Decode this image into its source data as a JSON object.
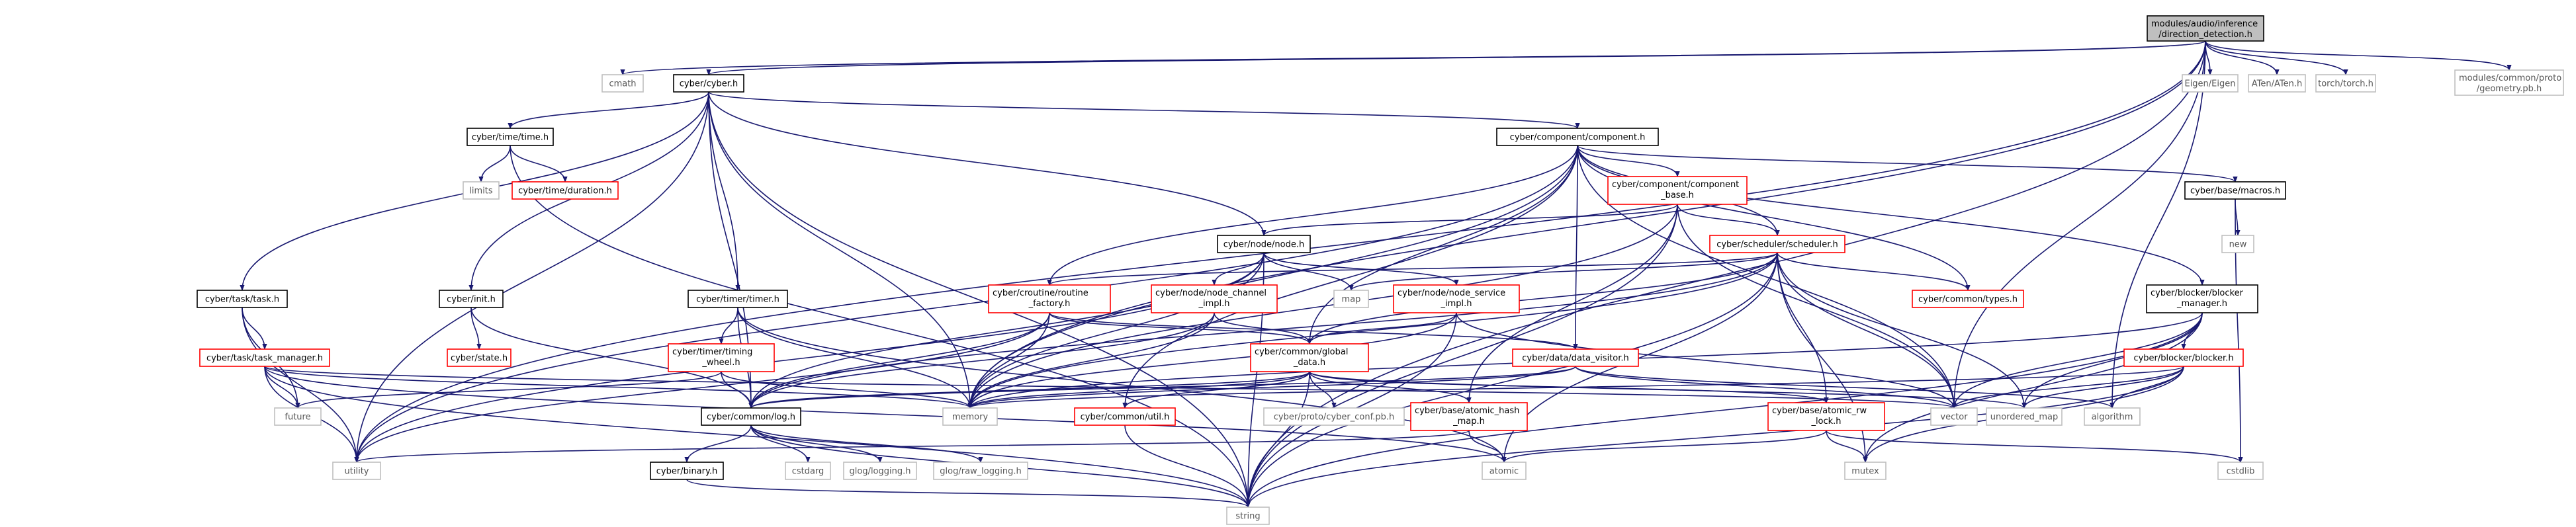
{
  "colors": {
    "root_fill": "#bfbfbf",
    "root_border": "#000000",
    "documented_border": "#000000",
    "undocumented_border": "#ff0000",
    "external_border": "#bfbfbf",
    "node_fill": "#ffffff",
    "edge": "#191970",
    "text_normal": "#000000",
    "text_external": "#555555"
  },
  "nodes": [
    {
      "id": "root",
      "lines": [
        "modules/audio/inference",
        "/direction_detection.h"
      ],
      "kind": "root"
    },
    {
      "id": "cmath",
      "lines": [
        "cmath"
      ],
      "kind": "external"
    },
    {
      "id": "cyber",
      "lines": [
        "cyber/cyber.h"
      ],
      "kind": "documented"
    },
    {
      "id": "eigen",
      "lines": [
        "Eigen/Eigen"
      ],
      "kind": "external"
    },
    {
      "id": "aten",
      "lines": [
        "ATen/ATen.h"
      ],
      "kind": "external"
    },
    {
      "id": "torch",
      "lines": [
        "torch/torch.h"
      ],
      "kind": "external"
    },
    {
      "id": "geometry",
      "lines": [
        "modules/common/proto",
        "/geometry.pb.h"
      ],
      "kind": "external"
    },
    {
      "id": "time",
      "lines": [
        "cyber/time/time.h"
      ],
      "kind": "documented"
    },
    {
      "id": "component",
      "lines": [
        "cyber/component/component.h"
      ],
      "kind": "documented"
    },
    {
      "id": "limits",
      "lines": [
        "limits"
      ],
      "kind": "external"
    },
    {
      "id": "duration",
      "lines": [
        "cyber/time/duration.h"
      ],
      "kind": "undocumented"
    },
    {
      "id": "component_base",
      "lines": [
        "cyber/component/component",
        "_base.h"
      ],
      "kind": "undocumented"
    },
    {
      "id": "macros",
      "lines": [
        "cyber/base/macros.h"
      ],
      "kind": "documented"
    },
    {
      "id": "node",
      "lines": [
        "cyber/node/node.h"
      ],
      "kind": "documented"
    },
    {
      "id": "scheduler",
      "lines": [
        "cyber/scheduler/scheduler.h"
      ],
      "kind": "undocumented"
    },
    {
      "id": "new",
      "lines": [
        "new"
      ],
      "kind": "external"
    },
    {
      "id": "task",
      "lines": [
        "cyber/task/task.h"
      ],
      "kind": "documented"
    },
    {
      "id": "init",
      "lines": [
        "cyber/init.h"
      ],
      "kind": "documented"
    },
    {
      "id": "timer",
      "lines": [
        "cyber/timer/timer.h"
      ],
      "kind": "documented"
    },
    {
      "id": "routine_factory",
      "lines": [
        "cyber/croutine/routine",
        "_factory.h"
      ],
      "kind": "undocumented"
    },
    {
      "id": "node_channel",
      "lines": [
        "cyber/node/node_channel",
        "_impl.h"
      ],
      "kind": "undocumented"
    },
    {
      "id": "map",
      "lines": [
        "map"
      ],
      "kind": "external"
    },
    {
      "id": "node_service",
      "lines": [
        "cyber/node/node_service",
        "_impl.h"
      ],
      "kind": "undocumented"
    },
    {
      "id": "types",
      "lines": [
        "cyber/common/types.h"
      ],
      "kind": "undocumented"
    },
    {
      "id": "blocker_manager",
      "lines": [
        "cyber/blocker/blocker",
        "_manager.h"
      ],
      "kind": "documented"
    },
    {
      "id": "state",
      "lines": [
        "cyber/state.h"
      ],
      "kind": "undocumented"
    },
    {
      "id": "task_manager",
      "lines": [
        "cyber/task/task_manager.h"
      ],
      "kind": "undocumented"
    },
    {
      "id": "timing_wheel",
      "lines": [
        "cyber/timer/timing",
        "_wheel.h"
      ],
      "kind": "undocumented"
    },
    {
      "id": "global_data",
      "lines": [
        "cyber/common/global",
        "_data.h"
      ],
      "kind": "undocumented"
    },
    {
      "id": "data_visitor",
      "lines": [
        "cyber/data/data_visitor.h"
      ],
      "kind": "undocumented"
    },
    {
      "id": "blocker",
      "lines": [
        "cyber/blocker/blocker.h"
      ],
      "kind": "undocumented"
    },
    {
      "id": "future",
      "lines": [
        "future"
      ],
      "kind": "external"
    },
    {
      "id": "memory",
      "lines": [
        "memory"
      ],
      "kind": "external"
    },
    {
      "id": "log",
      "lines": [
        "cyber/common/log.h"
      ],
      "kind": "documented"
    },
    {
      "id": "util",
      "lines": [
        "cyber/common/util.h"
      ],
      "kind": "undocumented"
    },
    {
      "id": "cyber_conf",
      "lines": [
        "cyber/proto/cyber_conf.pb.h"
      ],
      "kind": "external"
    },
    {
      "id": "atomic_hash_map",
      "lines": [
        "cyber/base/atomic_hash",
        "_map.h"
      ],
      "kind": "undocumented"
    },
    {
      "id": "atomic_rw_lock",
      "lines": [
        "cyber/base/atomic_rw",
        "_lock.h"
      ],
      "kind": "undocumented"
    },
    {
      "id": "vector",
      "lines": [
        "vector"
      ],
      "kind": "external"
    },
    {
      "id": "unordered_map",
      "lines": [
        "unordered_map"
      ],
      "kind": "external"
    },
    {
      "id": "algorithm",
      "lines": [
        "algorithm"
      ],
      "kind": "external"
    },
    {
      "id": "utility",
      "lines": [
        "utility"
      ],
      "kind": "external"
    },
    {
      "id": "binary",
      "lines": [
        "cyber/binary.h"
      ],
      "kind": "documented"
    },
    {
      "id": "cstdarg",
      "lines": [
        "cstdarg"
      ],
      "kind": "external"
    },
    {
      "id": "glog_logging",
      "lines": [
        "glog/logging.h"
      ],
      "kind": "external"
    },
    {
      "id": "glog_raw",
      "lines": [
        "glog/raw_logging.h"
      ],
      "kind": "external"
    },
    {
      "id": "atomic",
      "lines": [
        "atomic"
      ],
      "kind": "external"
    },
    {
      "id": "mutex",
      "lines": [
        "mutex"
      ],
      "kind": "external"
    },
    {
      "id": "cstdlib",
      "lines": [
        "cstdlib"
      ],
      "kind": "external"
    },
    {
      "id": "string",
      "lines": [
        "string"
      ],
      "kind": "external"
    }
  ],
  "edges": [
    [
      "root",
      "cmath"
    ],
    [
      "root",
      "cyber"
    ],
    [
      "root",
      "eigen"
    ],
    [
      "root",
      "aten"
    ],
    [
      "root",
      "torch"
    ],
    [
      "root",
      "geometry"
    ],
    [
      "root",
      "memory"
    ],
    [
      "root",
      "utility"
    ],
    [
      "root",
      "vector"
    ],
    [
      "root",
      "algorithm"
    ],
    [
      "root",
      "string"
    ],
    [
      "cyber",
      "time"
    ],
    [
      "cyber",
      "component"
    ],
    [
      "cyber",
      "task"
    ],
    [
      "cyber",
      "init"
    ],
    [
      "cyber",
      "timer"
    ],
    [
      "cyber",
      "node"
    ],
    [
      "cyber",
      "log"
    ],
    [
      "cyber",
      "memory"
    ],
    [
      "cyber",
      "utility"
    ],
    [
      "cyber",
      "string"
    ],
    [
      "time",
      "limits"
    ],
    [
      "time",
      "duration"
    ],
    [
      "time",
      "string"
    ],
    [
      "component",
      "component_base"
    ],
    [
      "component",
      "macros"
    ],
    [
      "component",
      "scheduler"
    ],
    [
      "component",
      "types"
    ],
    [
      "component",
      "blocker_manager"
    ],
    [
      "component",
      "routine_factory"
    ],
    [
      "component",
      "global_data"
    ],
    [
      "component",
      "data_visitor"
    ],
    [
      "component",
      "util"
    ],
    [
      "component",
      "memory"
    ],
    [
      "component",
      "vector"
    ],
    [
      "component",
      "utility"
    ],
    [
      "component_base",
      "node"
    ],
    [
      "component_base",
      "scheduler"
    ],
    [
      "component_base",
      "atomic_hash_map"
    ],
    [
      "component_base",
      "memory"
    ],
    [
      "component_base",
      "vector"
    ],
    [
      "component_base",
      "string"
    ],
    [
      "macros",
      "new"
    ],
    [
      "macros",
      "cstdlib"
    ],
    [
      "node",
      "node_channel"
    ],
    [
      "node",
      "node_service"
    ],
    [
      "node",
      "map"
    ],
    [
      "node",
      "memory"
    ],
    [
      "node",
      "string"
    ],
    [
      "node",
      "utility"
    ],
    [
      "node",
      "log"
    ],
    [
      "scheduler",
      "routine_factory"
    ],
    [
      "scheduler",
      "types"
    ],
    [
      "scheduler",
      "global_data"
    ],
    [
      "scheduler",
      "atomic_rw_lock"
    ],
    [
      "scheduler",
      "map"
    ],
    [
      "scheduler",
      "memory"
    ],
    [
      "scheduler",
      "vector"
    ],
    [
      "scheduler",
      "unordered_map"
    ],
    [
      "scheduler",
      "mutex"
    ],
    [
      "scheduler",
      "atomic"
    ],
    [
      "scheduler",
      "string"
    ],
    [
      "scheduler",
      "log"
    ],
    [
      "task",
      "task_manager"
    ],
    [
      "task",
      "future"
    ],
    [
      "task",
      "utility"
    ],
    [
      "init",
      "state"
    ],
    [
      "init",
      "log"
    ],
    [
      "timer",
      "timing_wheel"
    ],
    [
      "timer",
      "memory"
    ],
    [
      "timer",
      "atomic"
    ],
    [
      "timer",
      "log"
    ],
    [
      "routine_factory",
      "data_visitor"
    ],
    [
      "routine_factory",
      "global_data"
    ],
    [
      "routine_factory",
      "memory"
    ],
    [
      "routine_factory",
      "utility"
    ],
    [
      "routine_factory",
      "log"
    ],
    [
      "node_channel",
      "global_data"
    ],
    [
      "node_channel",
      "memory"
    ],
    [
      "node_channel",
      "log"
    ],
    [
      "node_service",
      "global_data"
    ],
    [
      "node_service",
      "vector"
    ],
    [
      "node_service",
      "memory"
    ],
    [
      "node_service",
      "string"
    ],
    [
      "blocker_manager",
      "blocker"
    ],
    [
      "blocker_manager",
      "unordered_map"
    ],
    [
      "blocker_manager",
      "vector"
    ],
    [
      "blocker_manager",
      "memory"
    ],
    [
      "blocker_manager",
      "mutex"
    ],
    [
      "blocker_manager",
      "string"
    ],
    [
      "task_manager",
      "future"
    ],
    [
      "task_manager",
      "utility"
    ],
    [
      "task_manager",
      "string"
    ],
    [
      "task_manager",
      "atomic"
    ],
    [
      "task_manager",
      "memory"
    ],
    [
      "task_manager",
      "vector"
    ],
    [
      "timing_wheel",
      "log"
    ],
    [
      "timing_wheel",
      "future"
    ],
    [
      "timing_wheel",
      "memory"
    ],
    [
      "global_data",
      "util"
    ],
    [
      "global_data",
      "cyber_conf"
    ],
    [
      "global_data",
      "atomic_hash_map"
    ],
    [
      "global_data",
      "atomic_rw_lock"
    ],
    [
      "global_data",
      "log"
    ],
    [
      "global_data",
      "unordered_map"
    ],
    [
      "global_data",
      "string"
    ],
    [
      "global_data",
      "memory"
    ],
    [
      "data_visitor",
      "log"
    ],
    [
      "data_visitor",
      "algorithm"
    ],
    [
      "data_visitor",
      "vector"
    ],
    [
      "data_visitor",
      "memory"
    ],
    [
      "blocker",
      "vector"
    ],
    [
      "blocker",
      "unordered_map"
    ],
    [
      "blocker",
      "mutex"
    ],
    [
      "blocker",
      "string"
    ],
    [
      "blocker",
      "memory"
    ],
    [
      "blocker",
      "algorithm"
    ],
    [
      "log",
      "binary"
    ],
    [
      "log",
      "cstdarg"
    ],
    [
      "log",
      "glog_logging"
    ],
    [
      "log",
      "glog_raw"
    ],
    [
      "log",
      "string"
    ],
    [
      "util",
      "string"
    ],
    [
      "atomic_hash_map",
      "atomic"
    ],
    [
      "atomic_hash_map",
      "utility"
    ],
    [
      "atomic_rw_lock",
      "atomic"
    ],
    [
      "atomic_rw_lock",
      "mutex"
    ],
    [
      "atomic_rw_lock",
      "cstdlib"
    ],
    [
      "binary",
      "string"
    ]
  ]
}
